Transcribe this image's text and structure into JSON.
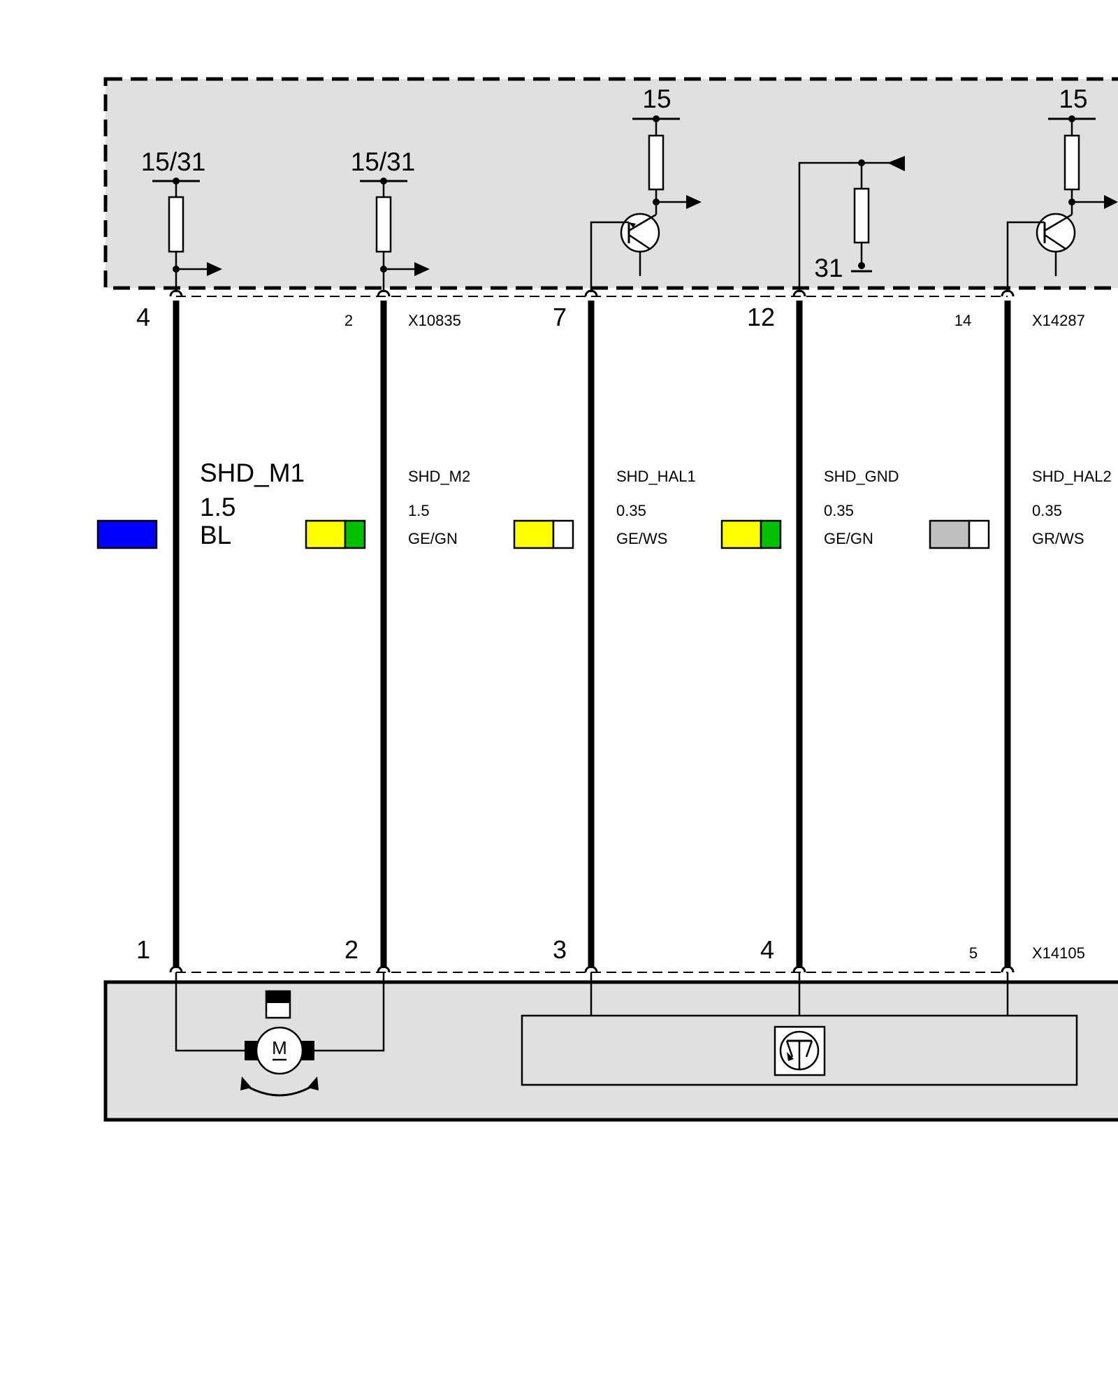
{
  "module": {
    "supply_labels": [
      "15/31",
      "15/31",
      "15",
      "15"
    ],
    "ground_label": "31"
  },
  "connector_top": {
    "id": "X10835",
    "second_id": "X14287",
    "pins": [
      "4",
      "2",
      "7",
      "12",
      "14"
    ]
  },
  "connector_bottom": {
    "id": "X14105",
    "pins": [
      "1",
      "2",
      "3",
      "4",
      "5"
    ]
  },
  "wires": [
    {
      "signal": "SHD_M1",
      "size": "1.5",
      "color_code": "BL",
      "colors": [
        "#0000ff"
      ]
    },
    {
      "signal": "SHD_M2",
      "size": "1.5",
      "color_code": "GE/GN",
      "colors": [
        "#ffff00",
        "#00c000"
      ]
    },
    {
      "signal": "SHD_HAL1",
      "size": "0.35",
      "color_code": "GE/WS",
      "colors": [
        "#ffff00",
        "#ffffff"
      ]
    },
    {
      "signal": "SHD_GND",
      "size": "0.35",
      "color_code": "GE/GN",
      "colors": [
        "#ffff00",
        "#00c000"
      ]
    },
    {
      "signal": "SHD_HAL2",
      "size": "0.35",
      "color_code": "GR/WS",
      "colors": [
        "#c0c0c0",
        "#ffffff"
      ]
    }
  ],
  "motor": {
    "symbol": "M",
    "icon": "motor-icon"
  },
  "colors": {
    "module_fill": "#e0e0e0",
    "wire": "#000000"
  }
}
